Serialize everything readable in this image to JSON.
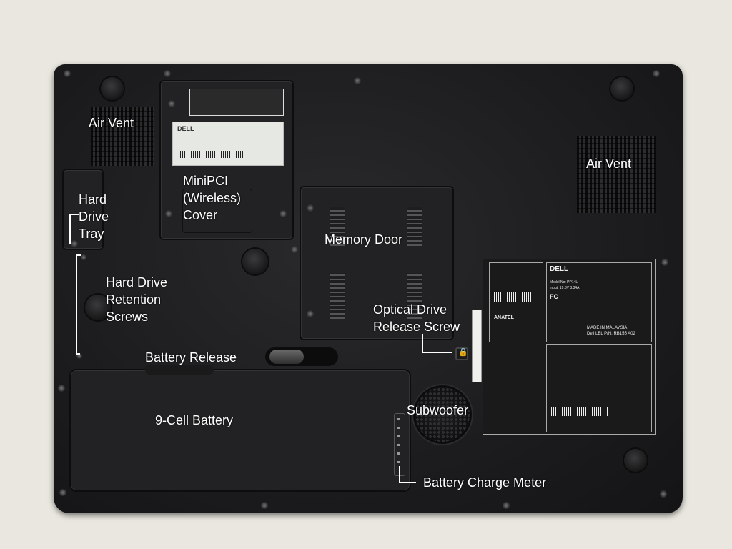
{
  "labels": {
    "air_vent_left": "Air Vent",
    "air_vent_right": "Air Vent",
    "minipci_line1": "MiniPCI",
    "minipci_line2": "(Wireless)",
    "minipci_line3": "Cover",
    "hdd_tray_line1": "Hard",
    "hdd_tray_line2": "Drive",
    "hdd_tray_line3": "Tray",
    "hdd_screws_line1": "Hard Drive",
    "hdd_screws_line2": "Retention",
    "hdd_screws_line3": "Screws",
    "memory_door": "Memory Door",
    "optical_line1": "Optical Drive",
    "optical_line2": "Release Screw",
    "battery_release": "Battery Release",
    "battery": "9-Cell Battery",
    "subwoofer": "Subwoofer",
    "battery_meter": "Battery Charge Meter"
  },
  "stickers": {
    "brand": "DELL",
    "anatel": "ANATEL",
    "made_in": "MADE IN MALAYSIA",
    "fcc": "FC",
    "model": "Model No: PP14L",
    "input": "Input: 19.5V 3.34A",
    "lbl_pn": "Dell LBL P/N: RB155 A02"
  },
  "colors": {
    "chassis": "#1c1c1e",
    "label_text": "#ffffff",
    "background": "#e9e7df"
  }
}
